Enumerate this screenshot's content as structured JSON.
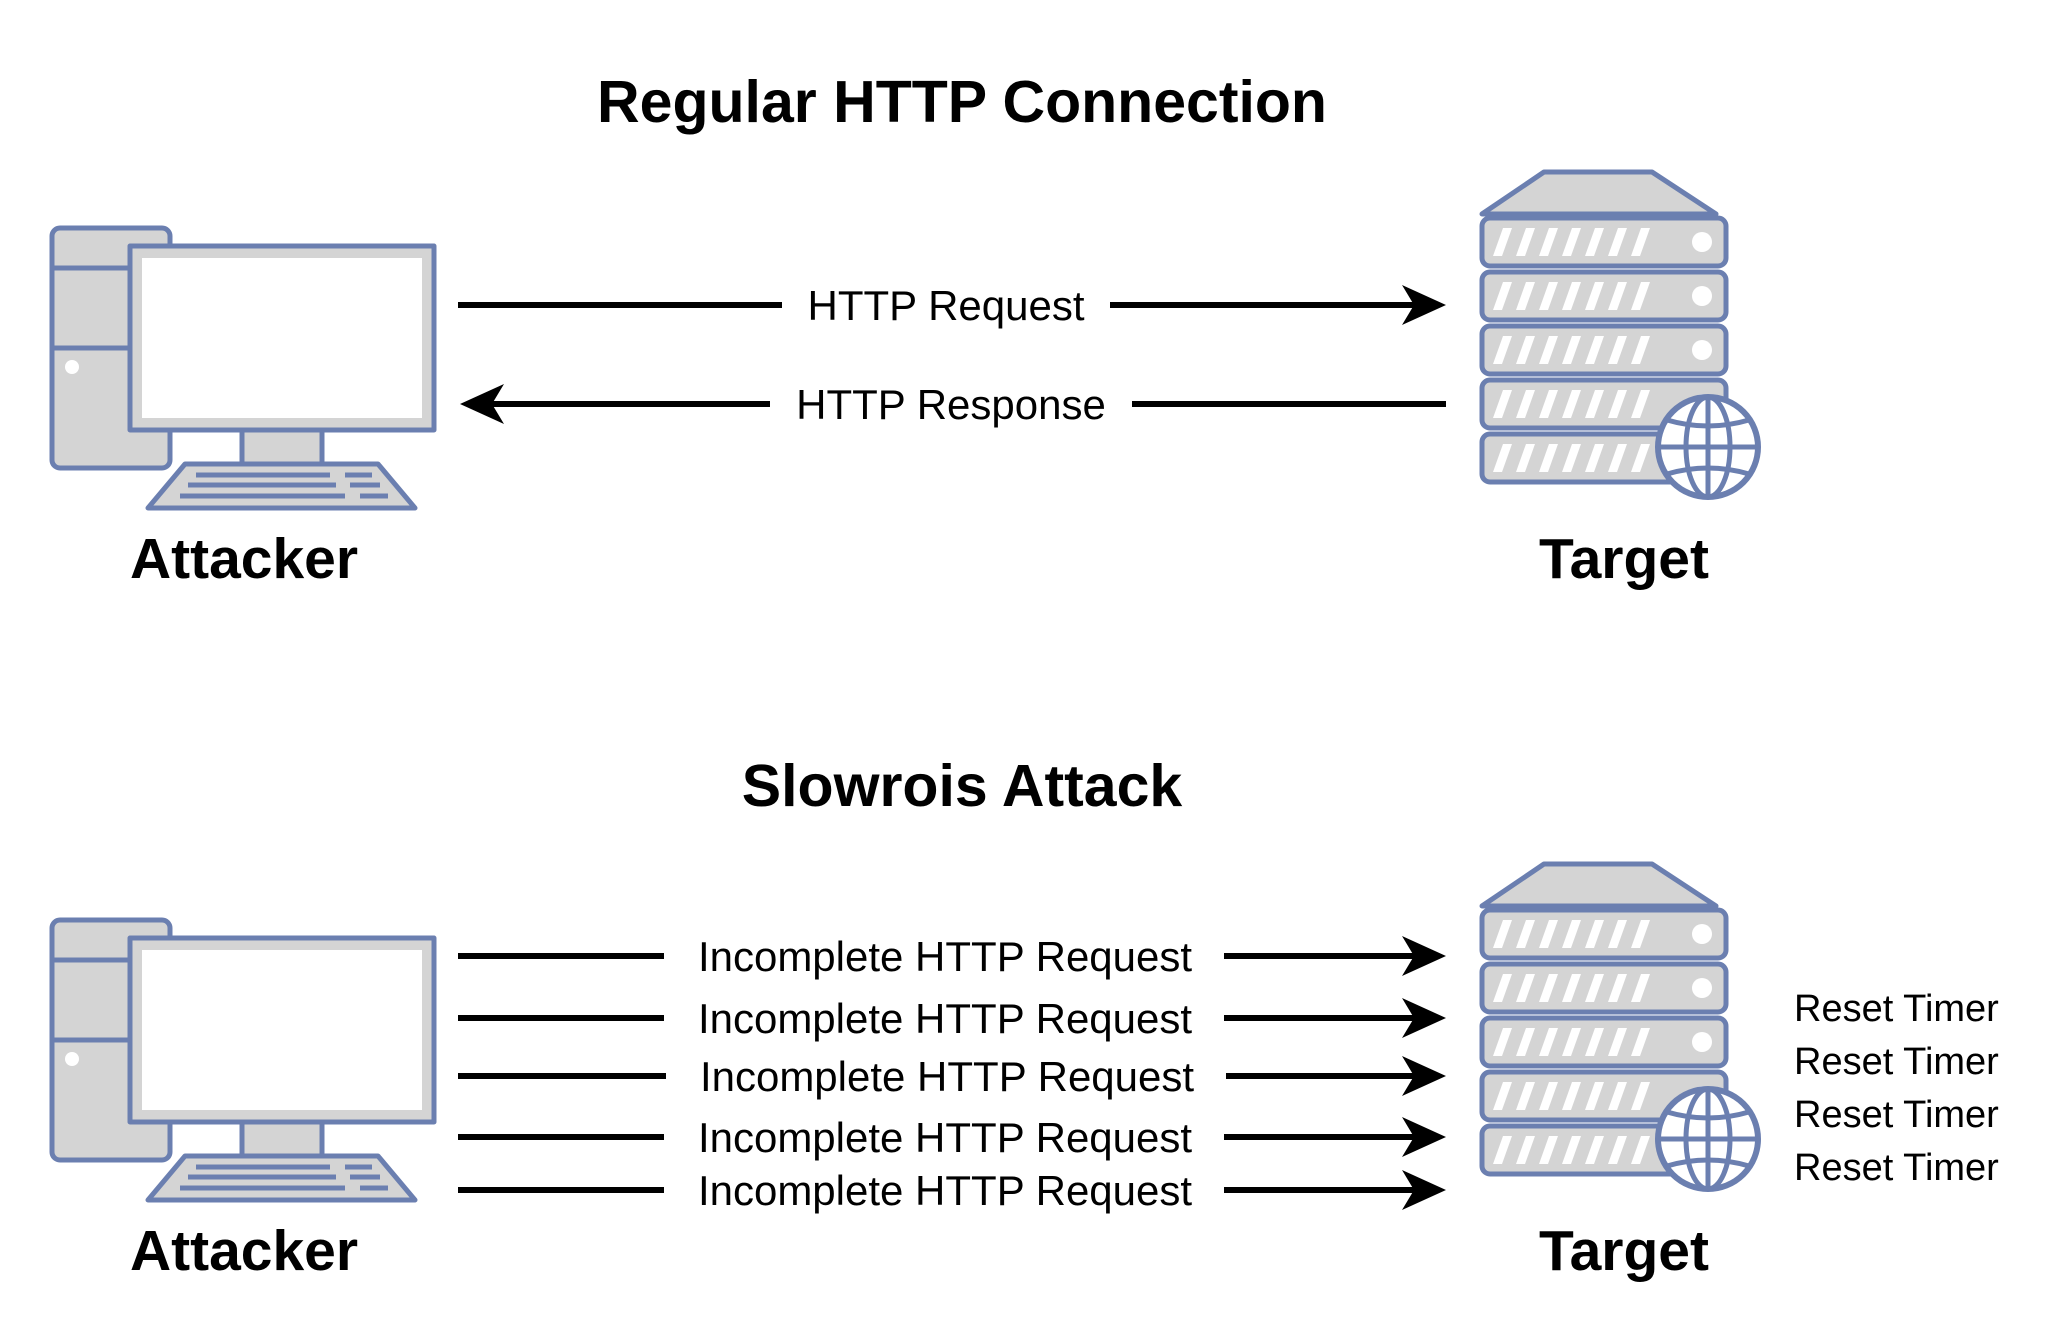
{
  "sections": [
    {
      "title": "Regular HTTP Connection",
      "attacker_label": "Attacker",
      "target_label": "Target",
      "arrows": [
        {
          "label": "HTTP Request",
          "direction": "right"
        },
        {
          "label": "HTTP Response",
          "direction": "left"
        }
      ],
      "side_notes": []
    },
    {
      "title": "Slowrois Attack",
      "attacker_label": "Attacker",
      "target_label": "Target",
      "arrows": [
        {
          "label": "Incomplete HTTP Request",
          "direction": "right"
        },
        {
          "label": "Incomplete HTTP Request",
          "direction": "right"
        },
        {
          "label": "Incomplete HTTP Request",
          "direction": "right"
        },
        {
          "label": "Incomplete HTTP Request",
          "direction": "right"
        },
        {
          "label": "Incomplete HTTP Request",
          "direction": "right"
        }
      ],
      "side_notes": [
        "Reset Timer",
        "Reset Timer",
        "Reset Timer",
        "Reset Timer"
      ]
    }
  ],
  "icons": {
    "attacker": "desktop-computer-icon",
    "target": "web-server-icon"
  },
  "colors": {
    "icon_stroke": "#6b7fb0",
    "icon_fill": "#d4d4d4",
    "line": "#000000"
  }
}
